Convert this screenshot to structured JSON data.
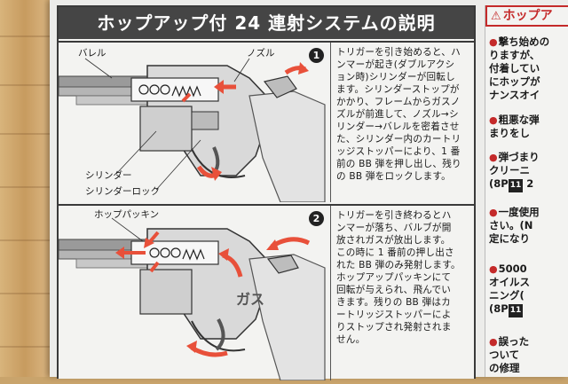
{
  "title": "ホップアップ付 24 連射システムの説明",
  "steps": [
    {
      "number": "1",
      "description_lines": [
        "トリガーを引き始めると、ハ",
        "ンマーが起き(ダブルアクシ",
        "ョン時)シリンダーが回転し",
        "ます。シリンダーストップが",
        "かかり、フレームからガスノ",
        "ズルが前進して、ノズル→シ",
        "リンダー→バレルを密着させ",
        "た、シリンダー内のカートリ",
        "ッジストッパーにより、1 番",
        "前の BB 弾を押し出し、残り",
        "の BB 弾をロックします。"
      ],
      "labels": {
        "barrel": "バレル",
        "nozzle": "ノズル",
        "cylinder": "シリンダー",
        "cylinder_lock": "シリンダーロック"
      }
    },
    {
      "number": "2",
      "description_lines": [
        "トリガーを引き終わるとハ",
        "ンマーが落ち、バルブが開",
        "放されガスが放出します。",
        "この時に 1 番前の押し出さ",
        "れた BB 弾のみ発射します。",
        "ホップアップパッキンにて",
        "回転が与えられ、飛んでい",
        "きます。残りの BB 弾はカ",
        "ートリッジストッパーによ",
        "りストップされ発射されま",
        "せん。"
      ],
      "labels": {
        "hop_packing": "ホップパッキン",
        "gas": "ガス"
      }
    }
  ],
  "side": {
    "heading": "ホップア",
    "items": [
      {
        "lines": [
          "撃ち始めの",
          "ります",
          "が、",
          "付着してい",
          "にホップが",
          "ナンスオイ"
        ]
      },
      {
        "lines": [
          "粗悪な弾",
          "まりをし"
        ]
      },
      {
        "lines": [
          "弾づまり",
          "クリーニ",
          "(8P",
          "2"
        ]
      },
      {
        "lines": [
          "一度使用",
          "さい。(N",
          "定になり"
        ]
      },
      {
        "lines": [
          "5000",
          "オイルス",
          "ニング(",
          "(8P"
        ]
      },
      {
        "lines": [
          "誤った",
          "ついて",
          "の修理"
        ]
      }
    ],
    "refs": [
      "11",
      "11"
    ]
  },
  "colors": {
    "accent_red": "#c42a2a",
    "arrow_red": "#e8503a",
    "header_bg": "#454545"
  }
}
